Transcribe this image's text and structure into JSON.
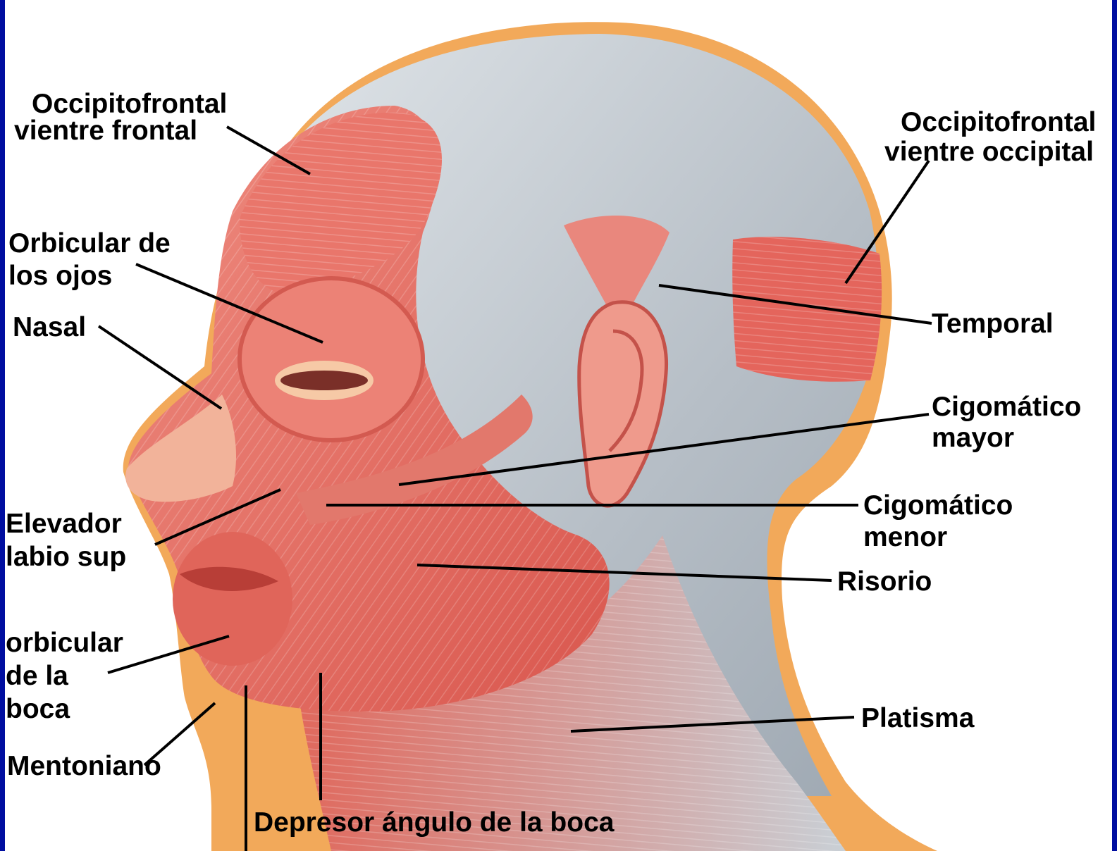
{
  "colors": {
    "frame": "#000ea0",
    "background": "#ffffff",
    "muscle": "#e8766a",
    "muscle_dark": "#cf4d45",
    "aponeurosis": "#aeb7bf",
    "skin_edge": "#f2a95a",
    "leader_line": "#000000",
    "label_text": "#000000"
  },
  "labels": {
    "occipitofrontal_frontal": {
      "line1": "Occipitofrontal",
      "line2": "vientre frontal"
    },
    "occipitofrontal_occipital": {
      "line1": "Occipitofrontal",
      "line2": "vientre occipital"
    },
    "orbicular_ojos": {
      "line1": "Orbicular de",
      "line2": "los ojos"
    },
    "nasal": {
      "line1": "Nasal"
    },
    "temporal": {
      "line1": "Temporal"
    },
    "cigomatico_mayor": {
      "line1": "Cigomático",
      "line2": "mayor"
    },
    "cigomatico_menor": {
      "line1": "Cigomático",
      "line2": "menor"
    },
    "elevador_labio": {
      "line1": "Elevador",
      "line2": "labio sup"
    },
    "risorio": {
      "line1": "Risorio"
    },
    "orbicular_boca": {
      "line1": "orbicular",
      "line2": "de la",
      "line3": "boca"
    },
    "platisma": {
      "line1": "Platisma"
    },
    "mentoniano": {
      "line1": "Mentoniano"
    },
    "depresor": {
      "line1": "Depresor ángulo de la boca"
    }
  }
}
